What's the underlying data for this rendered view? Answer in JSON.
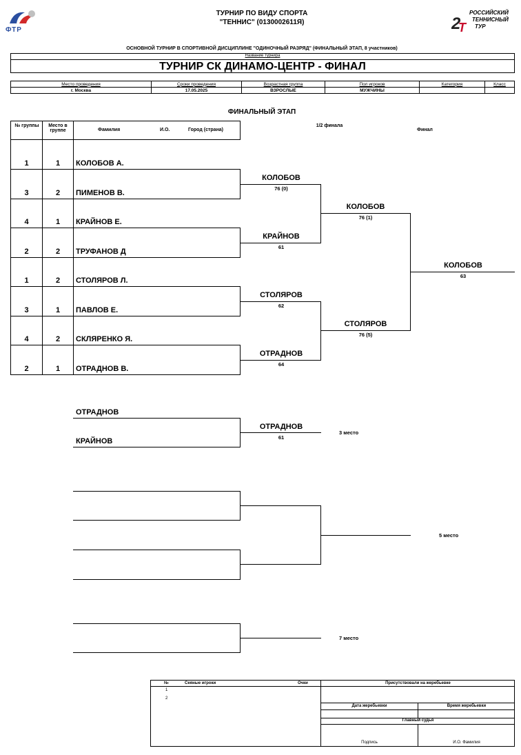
{
  "header": {
    "logo_left_text": "ФТР",
    "title_line1": "ТУРНИР ПО ВИДУ СПОРТА",
    "title_line2": "\"ТЕННИС\" (0130002611Я)",
    "logo_right_text": [
      "РОССИЙСКИЙ",
      "ТЕННИСНЫЙ",
      "ТУР"
    ]
  },
  "subtitle": "ОСНОВНОЙ ТУРНИР В СПОРТИВНОЙ ДИСЦИПЛИНЕ \"ОДИНОЧНЫЙ РАЗРЯД\" (ФИНАЛЬНЫЙ ЭТАП, 8 участников)",
  "tournament_label": "Название турнира",
  "tournament_name": "ТУРНИР СК ДИНАМО-ЦЕНТР - ФИНАЛ",
  "info": {
    "labels": [
      "Место проведения",
      "Сроки проведения",
      "Возрастная группа",
      "Пол игроков",
      "Категория",
      "Класс"
    ],
    "values": [
      "г. Москва",
      "17.05.2025",
      "ВЗРОСЛЫЕ",
      "МУЖЧИНЫ",
      "",
      ""
    ]
  },
  "stage_title": "ФИНАЛЬНЫЙ ЭТАП",
  "columns": {
    "group_no": "№ группы",
    "place": "Место в группе",
    "surname": "Фамилия",
    "initials": "И.О.",
    "city": "Город (страна)",
    "semifinal": "1/2 финала",
    "final": "Финал"
  },
  "players": [
    {
      "group": "1",
      "place": "1",
      "name": "КОЛОБОВ А."
    },
    {
      "group": "3",
      "place": "2",
      "name": "ПИМЕНОВ В."
    },
    {
      "group": "4",
      "place": "1",
      "name": "КРАЙНОВ Е."
    },
    {
      "group": "2",
      "place": "2",
      "name": "ТРУФАНОВ Д"
    },
    {
      "group": "1",
      "place": "2",
      "name": "СТОЛЯРОВ Л."
    },
    {
      "group": "3",
      "place": "1",
      "name": "ПАВЛОВ Е."
    },
    {
      "group": "4",
      "place": "2",
      "name": "СКЛЯРЕНКО Я."
    },
    {
      "group": "2",
      "place": "1",
      "name": "ОТРАДНОВ  В."
    }
  ],
  "quarterfinals": [
    {
      "winner": "КОЛОБОВ",
      "score": "76 (0)"
    },
    {
      "winner": "КРАЙНОВ",
      "score": "61"
    },
    {
      "winner": "СТОЛЯРОВ",
      "score": "62"
    },
    {
      "winner": "ОТРАДНОВ",
      "score": "64"
    }
  ],
  "semifinals": [
    {
      "winner": "КОЛОБОВ",
      "score": "76 (1)"
    },
    {
      "winner": "СТОЛЯРОВ",
      "score": "76 (5)"
    }
  ],
  "final": {
    "winner": "КОЛОБОВ",
    "score": "63"
  },
  "third_place": {
    "player1": "ОТРАДНОВ",
    "player2": "КРАЙНОВ",
    "winner": "ОТРАДНОВ",
    "score": "61",
    "label": "3 место"
  },
  "fifth_place_label": "5 место",
  "seventh_place_label": "7 место",
  "footer": {
    "col_no": "№",
    "col_seeded": "Сеяные игроки",
    "col_points": "Очки",
    "rows": [
      "1",
      "2"
    ],
    "draw_present": "Присутствовали на жеребьевке",
    "draw_date": "Дата жеребьевки",
    "draw_time": "Время жеребьевки",
    "chief_referee": "Главный судья",
    "signature": "Подпись",
    "full_name": "И.О. Фамилия"
  }
}
